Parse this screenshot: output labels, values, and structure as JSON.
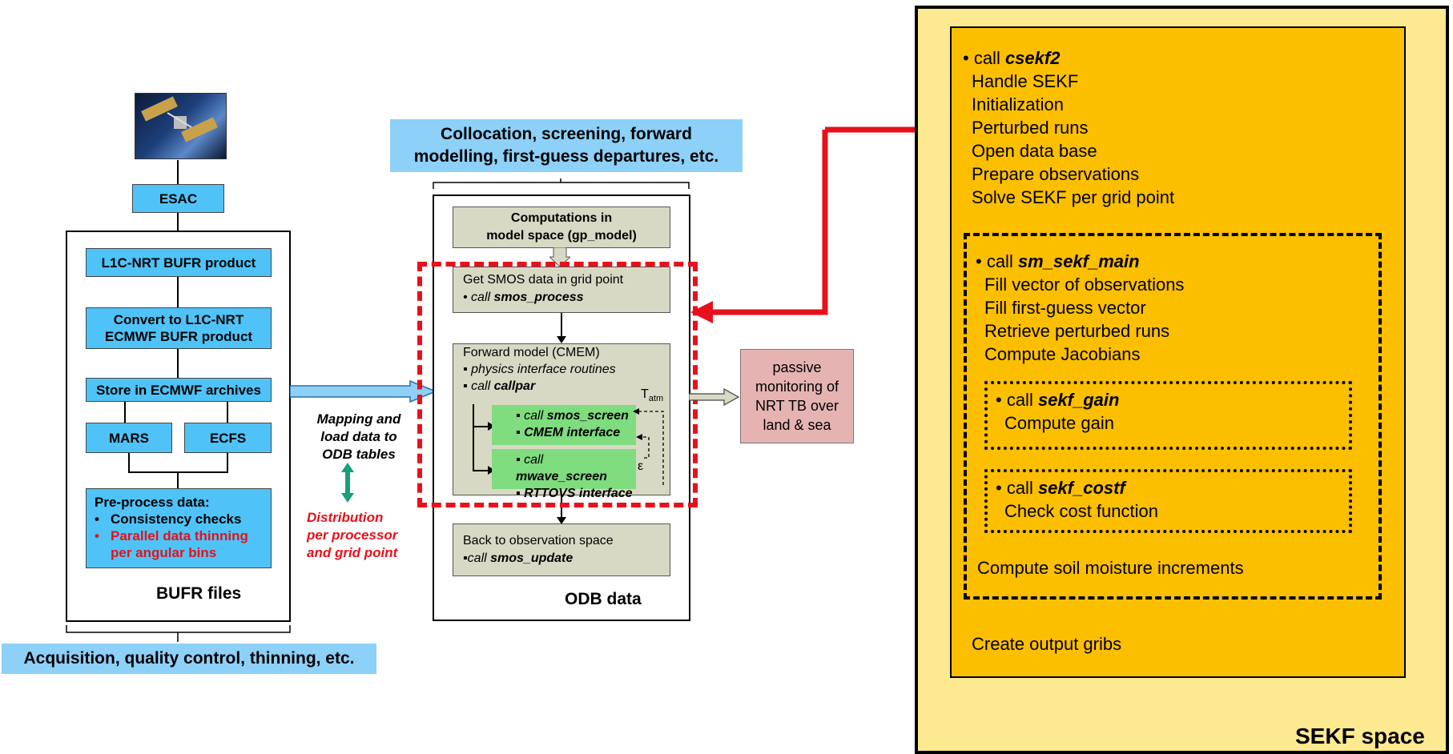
{
  "left_panel": {
    "esac": "ESAC",
    "l1c_product": "L1C-NRT BUFR product",
    "convert_line1": "Convert to L1C-NRT",
    "convert_line2": "ECMWF BUFR product",
    "store": "Store in ECMWF archives",
    "mars": "MARS",
    "ecfs": "ECFS",
    "preprocess_title": "Pre-process data:",
    "preprocess_bullet1": "Consistency checks",
    "preprocess_bullet2_line1": "Parallel data thinning",
    "preprocess_bullet2_line2": "per angular bins",
    "bufr_files": "BUFR files",
    "acquisition": "Acquisition, quality control, thinning, etc."
  },
  "middle_panel": {
    "mapping_line1": "Mapping and",
    "mapping_line2": "load data to",
    "mapping_line3": "ODB tables",
    "distribution_line1": "Distribution",
    "distribution_line2": "per processor",
    "distribution_line3": "and grid point",
    "header_line1": "Collocation, screening, forward",
    "header_line2": "modelling, first-guess departures, etc.",
    "computations_line1": "Computations in",
    "computations_line2": "model space  (gp_model)",
    "get_smos_line1": "Get SMOS data in grid point",
    "get_smos_prefix": "• call ",
    "get_smos_func": "smos_process",
    "forward_title": "Forward model (CMEM)",
    "forward_item1": "physics interface routines",
    "forward_item2_prefix": "call ",
    "forward_item2_func": "callpar",
    "t_atm": "T",
    "t_atm_sub": "atm",
    "epsilon": "ε",
    "green1_prefix": "call ",
    "green1_func": "smos_screen",
    "green1_line2": "CMEM interface",
    "green2_prefix": "call ",
    "green2_func": "mwave_screen",
    "green2_line2": "RTTOVS interface",
    "back_line1": "Back to observation space",
    "back_prefix": "call ",
    "back_func": "smos_update",
    "odb_data": "ODB data",
    "passive_line1": "passive",
    "passive_line2": "monitoring of",
    "passive_line3": "NRT TB over",
    "passive_line4": "land & sea"
  },
  "sekf_panel": {
    "call_prefix": "• call ",
    "csekf2": "csekf2",
    "lines": [
      "Handle SEKF",
      "Initialization",
      "Perturbed runs",
      "Open data base",
      "Prepare observations",
      "Solve SEKF per grid point"
    ],
    "sm_sekf_main": "sm_sekf_main",
    "main_lines": [
      "Fill vector of observations",
      "Fill first-guess vector",
      "Retrieve perturbed runs",
      "Compute Jacobians"
    ],
    "sekf_gain": "sekf_gain",
    "gain_line": "Compute gain",
    "sekf_costf": "sekf_costf",
    "costf_line": "Check cost function",
    "compute_soil": "Compute soil moisture increments",
    "create_output": "Create output gribs",
    "space_label": "SEKF space"
  },
  "colors": {
    "process_box": "#4fc3f7",
    "header_box": "#8dd0f8",
    "grey_box": "#d8d9c4",
    "green_box": "#7fdc7f",
    "sekf_outer": "#fde98f",
    "sekf_inner": "#fbbf00",
    "highlight_red": "#e8101a",
    "passive_box": "#e6b3b3"
  }
}
